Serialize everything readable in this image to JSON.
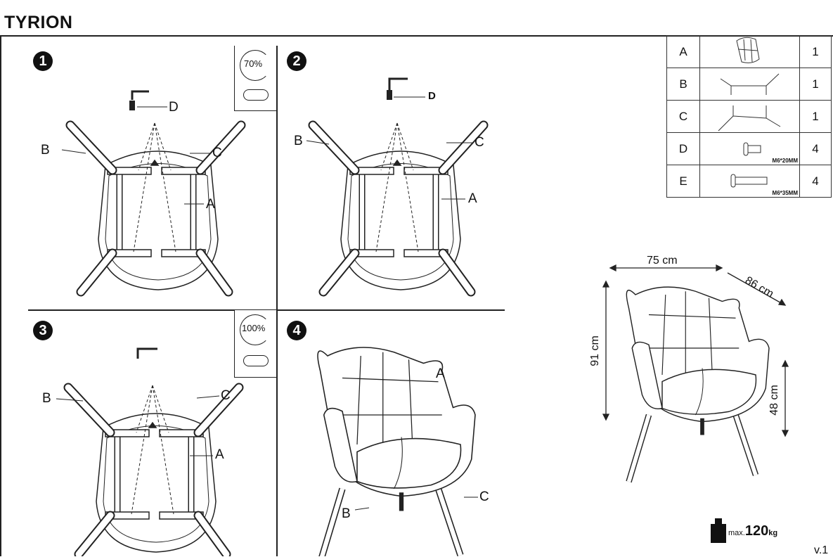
{
  "title": "TYRION",
  "steps": [
    {
      "number": "1",
      "labels": {
        "A": "A",
        "B": "B",
        "C": "C",
        "D": "D"
      },
      "rotation": "70%"
    },
    {
      "number": "2",
      "labels": {
        "A": "A",
        "B": "B",
        "C": "C",
        "D": "D"
      }
    },
    {
      "number": "3",
      "labels": {
        "A": "A",
        "B": "B",
        "C": "C"
      },
      "rotation": "100%"
    },
    {
      "number": "4",
      "labels": {
        "A": "A",
        "B": "B",
        "C": "C"
      }
    }
  ],
  "parts": [
    {
      "id": "A",
      "qty": "1",
      "spec": ""
    },
    {
      "id": "B",
      "qty": "1",
      "spec": ""
    },
    {
      "id": "C",
      "qty": "1",
      "spec": ""
    },
    {
      "id": "D",
      "qty": "4",
      "spec": "M6*20MM"
    },
    {
      "id": "E",
      "qty": "4",
      "spec": "M6*35MM"
    }
  ],
  "dimensions": {
    "width": "75 cm",
    "depth": "86 cm",
    "height": "91 cm",
    "seat_height": "48 cm"
  },
  "max_load": {
    "prefix": "max.",
    "value": "120",
    "unit": "kg"
  },
  "version": "v.1"
}
